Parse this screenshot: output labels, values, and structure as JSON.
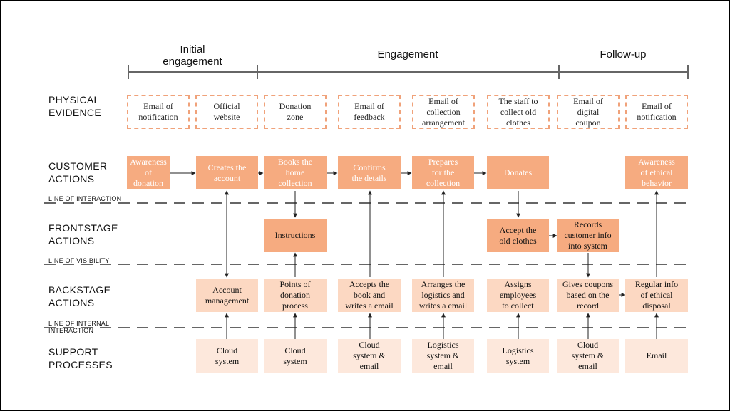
{
  "phases": {
    "initial": "Initial\nengagement",
    "engagement": "Engagement",
    "followup": "Follow-up"
  },
  "rows": {
    "physical": "PHYSICAL\nEVIDENCE",
    "customer": "CUSTOMER\nACTIONS",
    "frontstage": "FRONTSTAGE\nACTIONS",
    "backstage": "BACKSTAGE\nACTIONS",
    "support": "SUPPORT\nPROCESSES"
  },
  "lines": {
    "interaction": "LINE OF INTERACTION",
    "visibility": "LINE OF VISIBILITY",
    "internal": "LINE OF  INTERNAL\nINTERACTION"
  },
  "physical_evidence": [
    "Email of\nnotification",
    "Official\nwebsite",
    "Donation\nzone",
    "Email of\nfeedback",
    "Email of\ncollection\narrangement",
    "The staff to\ncollect old\nclothes",
    "Email of\ndigital\ncoupon",
    "Email of\nnotification"
  ],
  "customer_actions": [
    "Awareness\nof donation",
    "Creates the\naccount",
    "Books the\nhome\ncollection",
    "Confirms\nthe details",
    "Prepares\nfor the\ncollection",
    "Donates",
    "Awareness\nof ethical\nbehavior"
  ],
  "frontstage_actions": [
    "Instructions",
    "Accept the\nold clothes",
    "Records\ncustomer info\ninto system"
  ],
  "backstage_actions": [
    "Account\nmanagement",
    "Points of\ndonation\nprocess",
    "Accepts the\nbook and\nwrites a email",
    "Arranges the\nlogistics and\nwrites a email",
    "Assigns\nemployees\nto collect",
    "Gives coupons\nbased on the\nrecord",
    "Regular info\nof ethical\ndisposal"
  ],
  "support_processes": [
    "Cloud\nsystem",
    "Cloud\nsystem",
    "Cloud\nsystem &\nemail",
    "Logistics\nsystem &\nemail",
    "Logistics\nsystem",
    "Cloud\nsystem &\nemail",
    "Email"
  ],
  "colors": {
    "customer_fill": "#f6ab80",
    "evidence_border": "#f0a27a",
    "backstage_fill": "#fcd8c2",
    "support_fill": "#fde8dc",
    "line": "#666666"
  }
}
